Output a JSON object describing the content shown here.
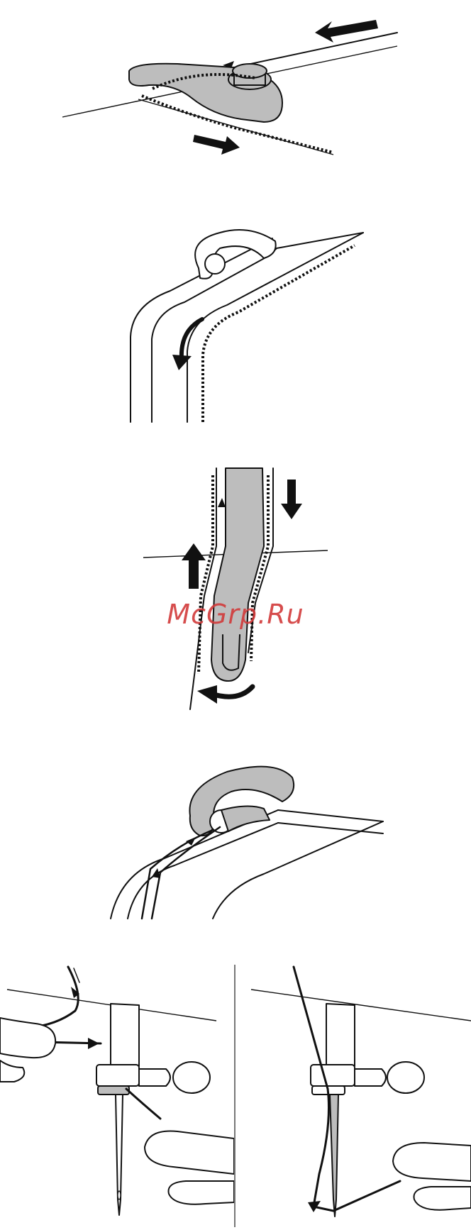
{
  "watermark": {
    "text": "McGrp.Ru"
  },
  "steps": [
    {
      "id": "step-thread-guide-pass"
    },
    {
      "id": "step-down-right-channel"
    },
    {
      "id": "step-around-take-up-lever"
    },
    {
      "id": "step-down-to-thread-guide"
    },
    {
      "id": "step-thread-needle-guide"
    },
    {
      "id": "step-thread-needle-eye"
    }
  ],
  "colors": {
    "part_fill": "#bdbdbd",
    "line": "#111111",
    "watermark": "#d23a3a"
  },
  "icons": [
    "direction-arrow-icon",
    "thread-spool-line",
    "finger-icon",
    "needle-icon"
  ]
}
